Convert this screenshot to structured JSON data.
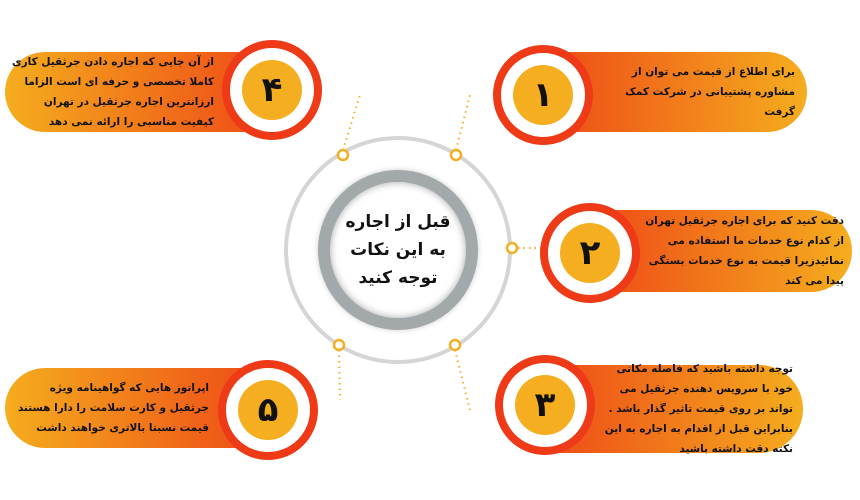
{
  "colors": {
    "accent_red": "#ee3a16",
    "accent_yellow": "#f5ae1f",
    "ring_gray": "#a3a8ab"
  },
  "center": {
    "title": "قبل از اجاره  به این نکات توجه کنید"
  },
  "items": [
    {
      "number": "۱",
      "text": "برای اطلاع از قیمت می توان از مشاوره پشتیبانی در شرکت کمک گرفت"
    },
    {
      "number": "۲",
      "text": "دقت کنید که برای اجاره جرثقیل تهران  از کدام نوع خدمات ما استفاده می نمائیدزیرا قیمت به نوع خدمات بستگی پیدا می کند"
    },
    {
      "number": "۳",
      "text": "توجه داشته باشید که فاصله مکانی خود با سرویس دهنده جرثقیل می تواند بر  روی قیمت تاثیر گذار  باشد . بنابراین  قبل از اقدام به اجاره به این نکته دقت داشته باشید"
    },
    {
      "number": "۴",
      "text": "از آن جایی که اجاره دادن جرثقیل کاری کاملا تخصصی و حرفه ای است الزاما ارزانترین اجاره جرثقیل در تهران کیفیت مناسبی را ارائه نمی دهد"
    },
    {
      "number": "۵",
      "text": "اپراتور هایی که گواهینامه ویژه جرثقیل و کارت سلامت را دارا هستند قیمت نسبتا بالاتری خواهند داشت"
    }
  ]
}
